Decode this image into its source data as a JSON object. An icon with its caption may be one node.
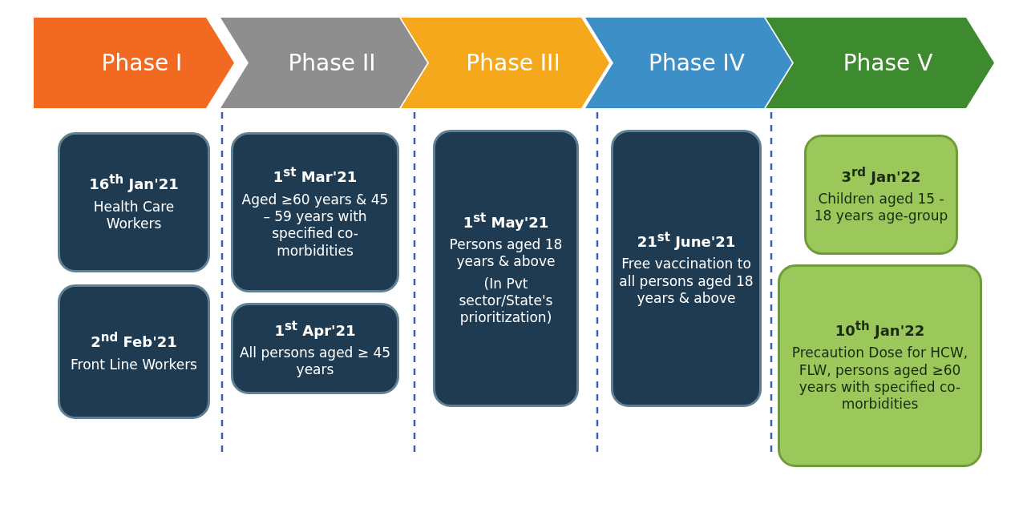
{
  "diagram": {
    "nodes": [
      {
        "text": [
          "Phase I"
        ]
      },
      {
        "text": [
          "Phase II"
        ]
      },
      {
        "text": [
          "Phase III"
        ]
      },
      {
        "text": [
          "Phase IV"
        ]
      },
      {
        "text": [
          "Phase V"
        ]
      },
      {
        "text": [
          "16$^{th}$ Jan'21",
          "Health Care Workers"
        ]
      },
      {
        "text": [
          "2$^{nd}$ Feb'21",
          "Front Line Workers"
        ]
      },
      {
        "text": [
          "1$^{st}$ Mar'21",
          "Aged ≥60 years & 45 – 59 years with specified co-morbidities"
        ]
      },
      {
        "text": [
          "1$^{st}$ Apr'21",
          "All persons aged ≥ 45 years"
        ]
      },
      {
        "text": [
          "1$^{st}$ May'21",
          "Persons aged 18 years & above",
          "(In Pvt sector/State's prioritization)"
        ]
      },
      {
        "text": [
          "21$^{st}$ June'21",
          "Free vaccination to all persons aged 18 years & above"
        ]
      },
      {
        "text": [
          "3$^{rd}$ Jan'22",
          "Children aged 15 - 18 years age-group"
        ]
      },
      {
        "text": [
          "10$^{th}$ Jan'22",
          "Precaution Dose for HCW, FLW, persons aged ≥60 years with specified co-morbidities"
        ]
      }
    ]
  }
}
